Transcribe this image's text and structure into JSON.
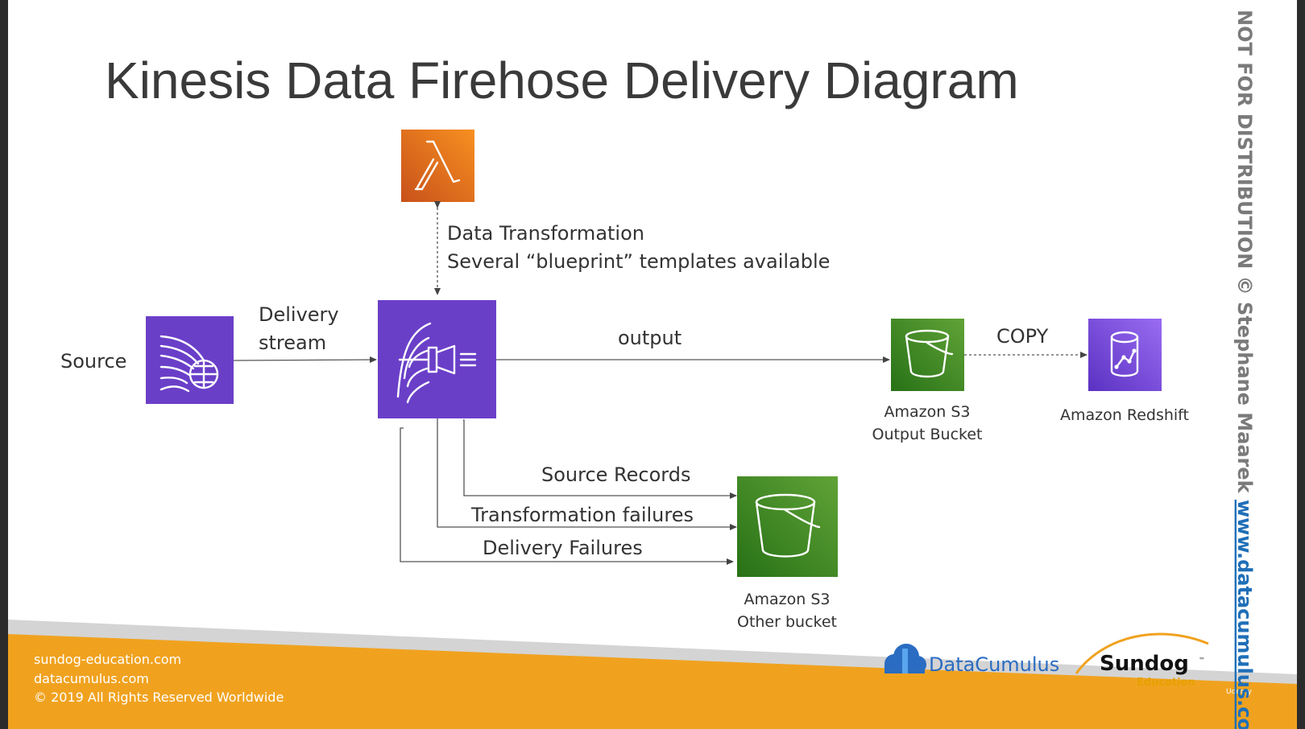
{
  "slide": {
    "title": "Kinesis Data Firehose Delivery Diagram",
    "labels": {
      "source": "Source",
      "delivery_1": "Delivery",
      "delivery_2": "stream",
      "transform_1": "Data Transformation",
      "transform_2": "Several “blueprint” templates available",
      "output": "output",
      "copy": "COPY",
      "s3_output_1": "Amazon S3",
      "s3_output_2": "Output Bucket",
      "redshift": "Amazon Redshift",
      "source_records": "Source Records",
      "transformation_failures": "Transformation failures",
      "delivery_failures": "Delivery Failures",
      "s3_other_1": "Amazon S3",
      "s3_other_2": "Other bucket"
    },
    "footer": {
      "line1": "sundog-education.com",
      "line2": "datacumulus.com",
      "line3": "© 2019 All Rights Reserved Worldwide"
    },
    "logos": {
      "datacumulus": "DataCumulus",
      "sundog": "Sundog",
      "sundog_tm": "™",
      "sundog_sub": "Education",
      "udemy": "Udemy"
    },
    "watermark": {
      "text": "NOT FOR DISTRIBUTION © Stephane Maarek ",
      "url": "www.datacumulus.com"
    }
  },
  "colors": {
    "kinesis_purple": "#6a3fc8",
    "lambda_orange": "#e4731a",
    "s3_green": "#3f8a24",
    "redshift_purple": "#7b4fe0",
    "footer_orange": "#f0a21f"
  },
  "icons": [
    "lambda-icon",
    "kinesis-data-streams-icon",
    "kinesis-firehose-icon",
    "s3-bucket-icon",
    "redshift-icon",
    "datacumulus-cloud-icon"
  ]
}
